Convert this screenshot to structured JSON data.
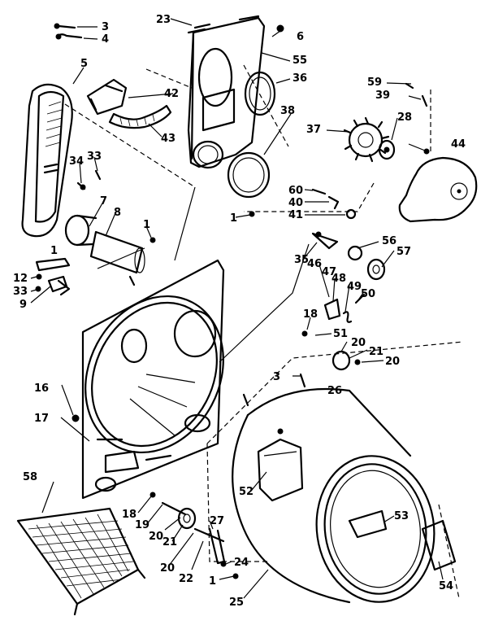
{
  "labels": [
    {
      "id": "p3a",
      "text": "3"
    },
    {
      "id": "p4",
      "text": "4"
    },
    {
      "id": "p5",
      "text": "5"
    },
    {
      "id": "p23",
      "text": "23"
    },
    {
      "id": "p6",
      "text": "6"
    },
    {
      "id": "p55",
      "text": "55"
    },
    {
      "id": "p36",
      "text": "36"
    },
    {
      "id": "p42",
      "text": "42"
    },
    {
      "id": "p43",
      "text": "43"
    },
    {
      "id": "p59",
      "text": "59"
    },
    {
      "id": "p39",
      "text": "39"
    },
    {
      "id": "p38",
      "text": "38"
    },
    {
      "id": "p28",
      "text": "28"
    },
    {
      "id": "p37",
      "text": "37"
    },
    {
      "id": "p44",
      "text": "44"
    },
    {
      "id": "p34",
      "text": "34"
    },
    {
      "id": "p33a",
      "text": "33"
    },
    {
      "id": "p7",
      "text": "7"
    },
    {
      "id": "p8",
      "text": "8"
    },
    {
      "id": "p60",
      "text": "60"
    },
    {
      "id": "p40",
      "text": "40"
    },
    {
      "id": "p41",
      "text": "41"
    },
    {
      "id": "p1a",
      "text": "1"
    },
    {
      "id": "p1b",
      "text": "1"
    },
    {
      "id": "p1c",
      "text": "1"
    },
    {
      "id": "p56",
      "text": "56"
    },
    {
      "id": "p57",
      "text": "57"
    },
    {
      "id": "p35",
      "text": "35"
    },
    {
      "id": "p46",
      "text": "46"
    },
    {
      "id": "p47",
      "text": "47"
    },
    {
      "id": "p48",
      "text": "48"
    },
    {
      "id": "p49",
      "text": "49"
    },
    {
      "id": "p50",
      "text": "50"
    },
    {
      "id": "p12",
      "text": "12"
    },
    {
      "id": "p33b",
      "text": "33"
    },
    {
      "id": "p9",
      "text": "9"
    },
    {
      "id": "p18a",
      "text": "18"
    },
    {
      "id": "p51",
      "text": "51"
    },
    {
      "id": "p20a",
      "text": "20"
    },
    {
      "id": "p21a",
      "text": "21"
    },
    {
      "id": "p20b",
      "text": "20"
    },
    {
      "id": "p16",
      "text": "16"
    },
    {
      "id": "p3b",
      "text": "3"
    },
    {
      "id": "p26",
      "text": "26"
    },
    {
      "id": "p17",
      "text": "17"
    },
    {
      "id": "p52",
      "text": "52"
    },
    {
      "id": "p58",
      "text": "58"
    },
    {
      "id": "p53",
      "text": "53"
    },
    {
      "id": "p18b",
      "text": "18"
    },
    {
      "id": "p19",
      "text": "19"
    },
    {
      "id": "p27",
      "text": "27"
    },
    {
      "id": "p20c",
      "text": "20"
    },
    {
      "id": "p21b",
      "text": "21"
    },
    {
      "id": "p20d",
      "text": "20"
    },
    {
      "id": "p22",
      "text": "22"
    },
    {
      "id": "p24",
      "text": "24"
    },
    {
      "id": "p1d",
      "text": "1"
    },
    {
      "id": "p54",
      "text": "54"
    },
    {
      "id": "p25",
      "text": "25"
    }
  ]
}
